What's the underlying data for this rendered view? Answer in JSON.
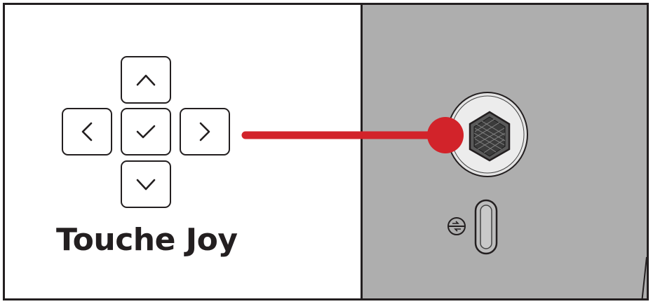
{
  "caption": "Touche Joy",
  "colors": {
    "pointer": "#d2232a",
    "panel_background": "#aeaeae",
    "outline": "#231f20"
  },
  "keys": [
    {
      "name": "up",
      "icon": "chevron-up-icon"
    },
    {
      "name": "left",
      "icon": "chevron-left-icon"
    },
    {
      "name": "ok",
      "icon": "checkmark-icon"
    },
    {
      "name": "right",
      "icon": "chevron-right-icon"
    },
    {
      "name": "down",
      "icon": "chevron-down-icon"
    }
  ],
  "hardware": {
    "joystick_icon": "joystick-knob-icon",
    "power_icon": "power-toggle-icon"
  }
}
